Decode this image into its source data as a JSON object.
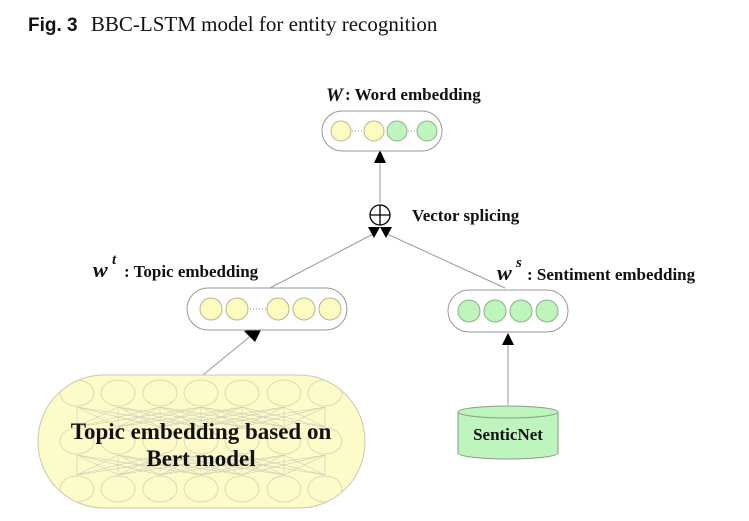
{
  "caption": {
    "figure_label": "Fig. 3",
    "title": "BBC-LSTM model for entity recognition"
  },
  "diagram": {
    "word_embedding": {
      "symbol": "W",
      "label": ": Word embedding",
      "nodes": [
        "yellow",
        "yellow",
        "green",
        "green"
      ],
      "ellipsis_positions": [
        1,
        3
      ]
    },
    "vector_splicing": {
      "icon": "circle-plus-icon",
      "label": "Vector splicing"
    },
    "topic_embedding": {
      "symbol": "w",
      "superscript": "t",
      "label": ": Topic embedding",
      "nodes": [
        "yellow",
        "yellow",
        "yellow",
        "yellow",
        "yellow"
      ]
    },
    "sentiment_embedding": {
      "symbol": "w",
      "superscript": "s",
      "label": ": Sentiment embedding",
      "nodes": [
        "green",
        "green",
        "green",
        "green"
      ]
    },
    "bert_block": {
      "line1": "Topic  embedding based on",
      "line2": "Bert model"
    },
    "senticnet": {
      "label": "SenticNet"
    },
    "colors": {
      "yellow_fill": "#fdfbc0",
      "yellow_stroke": "#b8b68a",
      "green_fill": "#bdf5bd",
      "green_stroke": "#8ab08a",
      "bert_fill": "#fdfbc8",
      "connector": "#9a9a9a",
      "arrow": "#000000"
    }
  }
}
